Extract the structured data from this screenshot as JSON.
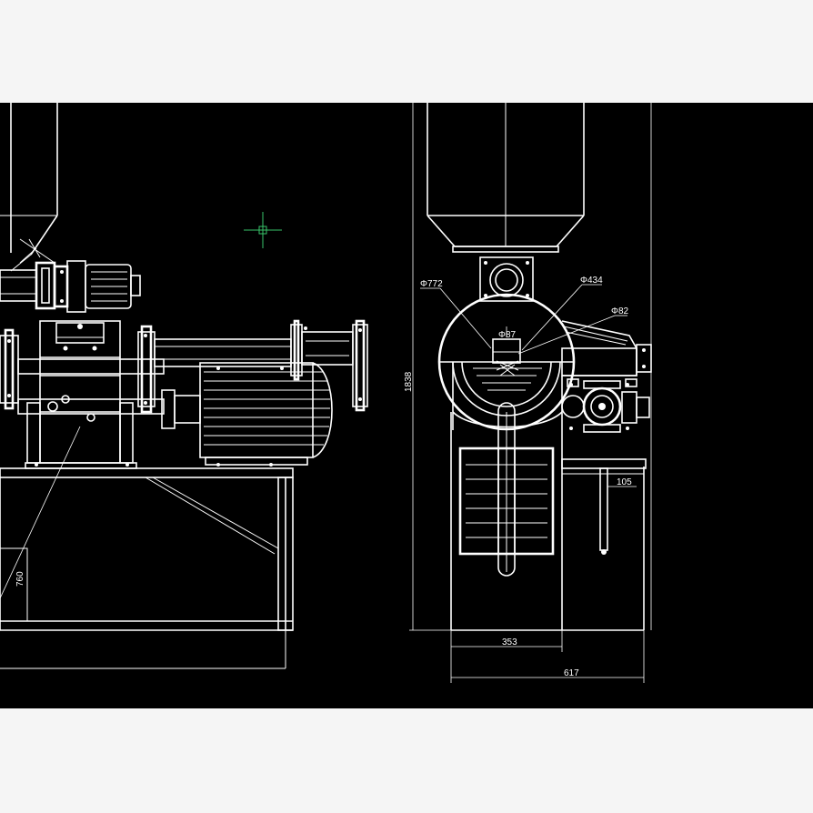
{
  "colors": {
    "page_background": "#f5f5f5",
    "drawing_background": "#000000",
    "line": "#ffffff",
    "crosshair": "#39c46a"
  },
  "dimensions": {
    "left_base_height": "760",
    "front_total_height": "1838",
    "front_body_width": "353",
    "front_total_width": "617",
    "gearbox_offset": "105",
    "dia_outer": "Φ772",
    "dia_mid": "Φ434",
    "dia_small": "Φ82",
    "dia_core": "Φ87"
  },
  "icons": {
    "cursor": "crosshair-icon"
  }
}
